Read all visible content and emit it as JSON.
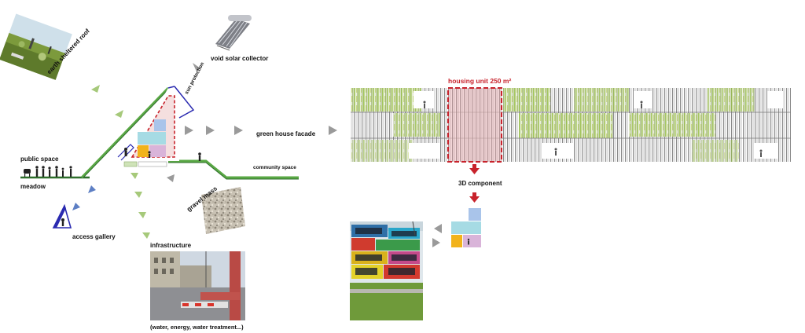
{
  "labels": {
    "earth_roof": "earth sheltered roof",
    "solar": "void solar collector",
    "sun_protection": "sun protection",
    "greenhouse": "green house facade",
    "public_space": "public space",
    "meadow": "meadow",
    "community_space": "community space",
    "gravel": "gravel mass",
    "access_gallery": "access gallery",
    "infrastructure": "infrastructure",
    "infrastructure_note": "(water, energy, water treatment...)",
    "housing_unit": "housing unit 250 m²",
    "component": "3D component"
  },
  "colors": {
    "green_arrow": "#a6c97a",
    "blue_arrow": "#5d7fc4",
    "gray_arrow": "#9a9a9a",
    "red_arrow": "#c8232c",
    "roof_green": "#5aa845",
    "block_blue": "#a9c4ea",
    "block_cyan": "#a6dbe4",
    "block_pink": "#d9b4d9",
    "block_yellow": "#f2b31b",
    "block_lilac": "#cfc0df",
    "highlight_red": "#c8232c",
    "gallery_blue": "#2a2ab0"
  }
}
